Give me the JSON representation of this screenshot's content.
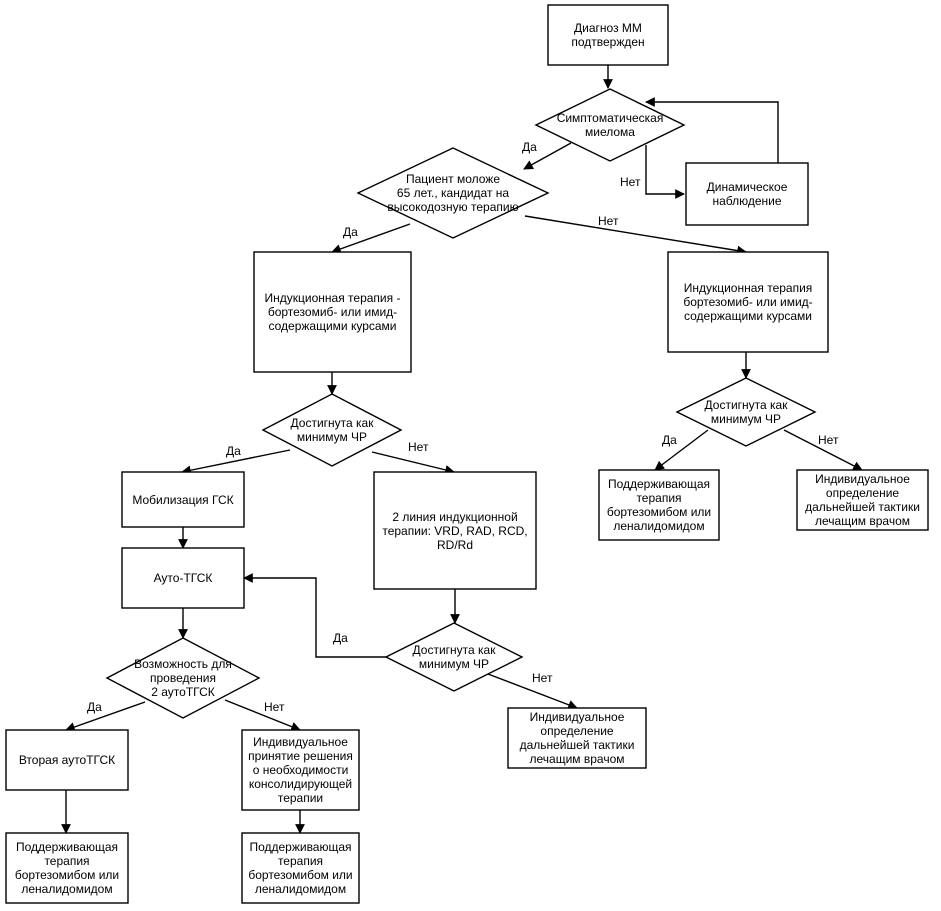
{
  "nodes": {
    "diag": "Диагноз ММ\nподтвержден",
    "symp": "Симптоматическая\nмиелома",
    "dyn": "Динамическое\nнаблюдение",
    "young": "Пациент моложе\n65 лет., кандидат на\nвысокодозную терапию",
    "ind_left": "Индукционная терапия -\nбортезомиб- или имид-\nсодержащими курсами",
    "ind_right": "Индукционная терапия\nбортезомиб- или имид-\nсодержащими курсами",
    "resp_left": "Достигнута как\nминимум ЧР",
    "resp_right": "Достигнута как\nминимум ЧР",
    "maint_r": "Поддерживающая\nтерапия\nбортезомибом или\nленалидомидом",
    "indiv_r": "Индивидуальное\nопределение\nдальнейшей тактики\nлечащим врачом",
    "mobil": "Мобилизация ГСК",
    "line2": "2 линия индукционной\nтерапии: VRD, RAD, RCD,\nRD/Rd",
    "auto": "Ауто-ТГСК",
    "resp_2": "Достигнута как\nминимум ЧР",
    "indiv_m": "Индивидуальное\nопределение\nдальнейшей тактики\nлечащим врачом",
    "poss": "Возможность для\nпроведения\n2 аутоТГСК",
    "second": "Вторая аутоТГСК",
    "indiv_dec": "Индивидуальное\nпринятие решения\nо необходимости\nконсолидирующей\nтерапии",
    "maint_l": "Поддерживающая\nтерапия\nбортезомибом или\nленалидомидом",
    "maint_m": "Поддерживающая\nтерапия\nбортезомибом или\nленалидомидом"
  },
  "edge_labels": {
    "symp_yes": "Да",
    "symp_no": "Нет",
    "young_yes": "Да",
    "young_no": "Нет",
    "respl_yes": "Да",
    "respl_no": "Нет",
    "respr_yes": "Да",
    "respr_no": "Нет",
    "resp2_yes": "Да",
    "resp2_no": "Нет",
    "poss_yes": "Да",
    "poss_no": "Нет"
  }
}
